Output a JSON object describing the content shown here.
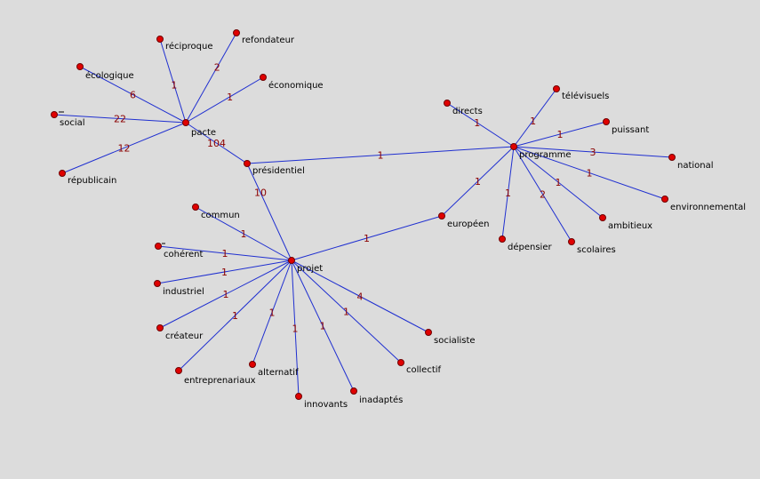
{
  "colors": {
    "background": "#dcdcdc",
    "edge": "#1f2fd0",
    "node": "#e00000",
    "label": "#000000",
    "weight": "#8b0000"
  },
  "graph": {
    "hubs": [
      "pacte",
      "présidentiel",
      "programme",
      "projet"
    ],
    "nodes": [
      {
        "id": "pacte",
        "label": "pacte"
      },
      {
        "id": "réciproque",
        "label": "réciproque"
      },
      {
        "id": "refondateur",
        "label": "refondateur"
      },
      {
        "id": "écologique",
        "label": "écologique"
      },
      {
        "id": "économique",
        "label": "économique"
      },
      {
        "id": "social",
        "label": "social"
      },
      {
        "id": "républicain",
        "label": "républicain"
      },
      {
        "id": "présidentiel",
        "label": "présidentiel"
      },
      {
        "id": "programme",
        "label": "programme"
      },
      {
        "id": "directs",
        "label": "directs"
      },
      {
        "id": "télévisuels",
        "label": "télévisuels"
      },
      {
        "id": "puissant",
        "label": "puissant"
      },
      {
        "id": "national",
        "label": "national"
      },
      {
        "id": "environnemental",
        "label": "environnemental"
      },
      {
        "id": "ambitieux",
        "label": "ambitieux"
      },
      {
        "id": "scolaires",
        "label": "scolaires"
      },
      {
        "id": "dépensier",
        "label": "dépensier"
      },
      {
        "id": "européen",
        "label": "européen"
      },
      {
        "id": "projet",
        "label": "projet"
      },
      {
        "id": "commun",
        "label": "commun"
      },
      {
        "id": "cohérent",
        "label": "cohérent"
      },
      {
        "id": "industriel",
        "label": "industriel"
      },
      {
        "id": "créateur",
        "label": "créateur"
      },
      {
        "id": "entreprenariaux",
        "label": "entreprenariaux"
      },
      {
        "id": "alternatif",
        "label": "alternatif"
      },
      {
        "id": "innovants",
        "label": "innovants"
      },
      {
        "id": "inadaptés",
        "label": "inadaptés"
      },
      {
        "id": "collectif",
        "label": "collectif"
      },
      {
        "id": "socialiste",
        "label": "socialiste"
      }
    ],
    "edges": [
      {
        "from": "pacte",
        "to": "réciproque",
        "weight": "1"
      },
      {
        "from": "pacte",
        "to": "refondateur",
        "weight": "2"
      },
      {
        "from": "pacte",
        "to": "écologique",
        "weight": "6"
      },
      {
        "from": "pacte",
        "to": "économique",
        "weight": "1"
      },
      {
        "from": "pacte",
        "to": "social",
        "weight": "22"
      },
      {
        "from": "pacte",
        "to": "républicain",
        "weight": "12"
      },
      {
        "from": "pacte",
        "to": "présidentiel",
        "weight": "104"
      },
      {
        "from": "présidentiel",
        "to": "programme",
        "weight": "1"
      },
      {
        "from": "présidentiel",
        "to": "projet",
        "weight": "10"
      },
      {
        "from": "programme",
        "to": "directs",
        "weight": "1"
      },
      {
        "from": "programme",
        "to": "télévisuels",
        "weight": "1"
      },
      {
        "from": "programme",
        "to": "puissant",
        "weight": "1"
      },
      {
        "from": "programme",
        "to": "national",
        "weight": "3"
      },
      {
        "from": "programme",
        "to": "environnemental",
        "weight": "1"
      },
      {
        "from": "programme",
        "to": "ambitieux",
        "weight": "1"
      },
      {
        "from": "programme",
        "to": "scolaires",
        "weight": "2"
      },
      {
        "from": "programme",
        "to": "dépensier",
        "weight": "1"
      },
      {
        "from": "programme",
        "to": "européen",
        "weight": "1"
      },
      {
        "from": "projet",
        "to": "européen",
        "weight": "1"
      },
      {
        "from": "projet",
        "to": "commun",
        "weight": "1"
      },
      {
        "from": "projet",
        "to": "cohérent",
        "weight": "1"
      },
      {
        "from": "projet",
        "to": "industriel",
        "weight": "1"
      },
      {
        "from": "projet",
        "to": "créateur",
        "weight": "1"
      },
      {
        "from": "projet",
        "to": "entreprenariaux",
        "weight": "1"
      },
      {
        "from": "projet",
        "to": "alternatif",
        "weight": "1"
      },
      {
        "from": "projet",
        "to": "innovants",
        "weight": "1"
      },
      {
        "from": "projet",
        "to": "inadaptés",
        "weight": "1"
      },
      {
        "from": "projet",
        "to": "collectif",
        "weight": "1"
      },
      {
        "from": "projet",
        "to": "socialiste",
        "weight": "4"
      }
    ]
  }
}
